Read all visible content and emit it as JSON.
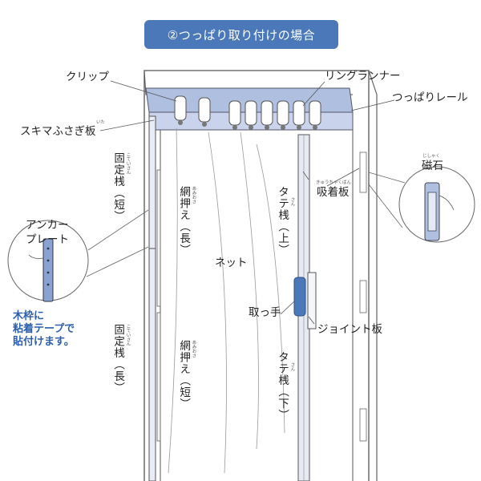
{
  "header": {
    "title": "②つっぱり取り付けの場合"
  },
  "labels": {
    "clip": "クリップ",
    "ring_runner": "リングランナー",
    "tension_rail": "つっぱりレール",
    "gap_board": "スキマふさぎ板",
    "gap_board_ruby": "いた",
    "fixed_bar_short": "固定桟（短）",
    "fixed_bar_short_ruby": "こていさん",
    "net_press_long": "網押え（長）",
    "net_press_long_ruby": "あみおさ",
    "vertical_bar_top": "タテ桟（上）",
    "vertical_bar_top_ruby": "さん",
    "suction_board": "吸着板",
    "suction_board_ruby": "きゅうちゃくばん",
    "magnet": "磁石",
    "magnet_ruby": "じしゃく",
    "anchor_plate": "アンカープレート",
    "net": "ネット",
    "handle": "取っ手",
    "joint_board": "ジョイント板",
    "fixed_bar_long": "固定桟（長）",
    "fixed_bar_long_ruby": "こていさん",
    "net_press_short": "網押え（短）",
    "net_press_short_ruby": "あみおさ",
    "vertical_bar_bottom": "タテ桟（下）",
    "vertical_bar_bottom_ruby": "さん"
  },
  "note": {
    "line1": "木枠に",
    "line2": "粘着テープで",
    "line3": "貼付けます。"
  },
  "colors": {
    "accent": "#4a78b9",
    "rail": "#aebfe0",
    "line": "#444444",
    "note_text": "#2b5fae"
  }
}
